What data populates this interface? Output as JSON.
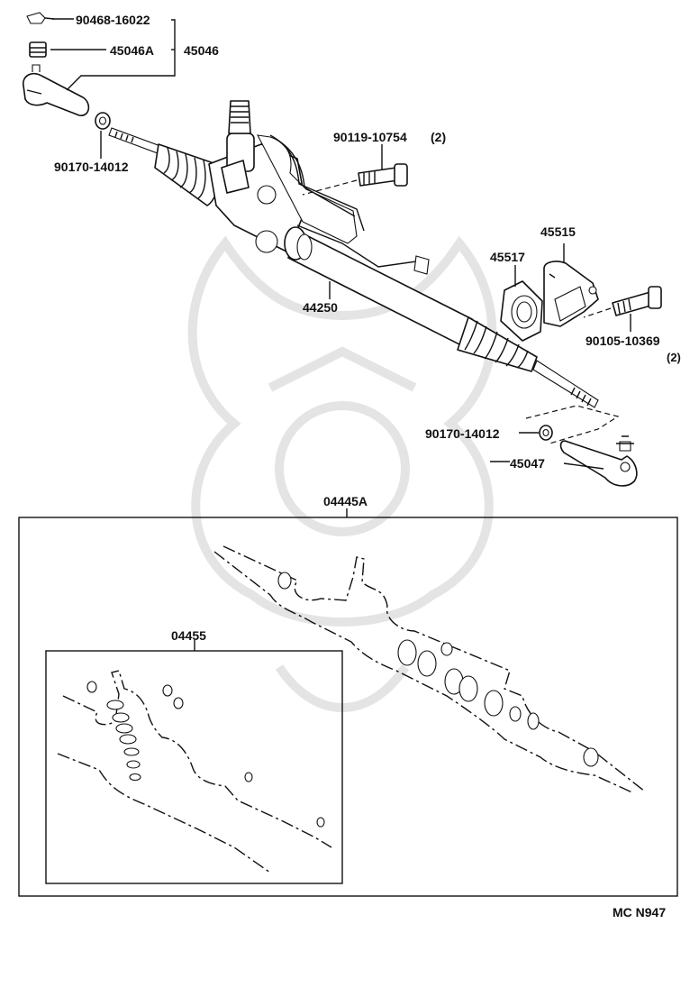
{
  "parts": {
    "p90468": "90468-16022",
    "p45046a": "45046A",
    "p45046": "45046",
    "p90170_top": "90170-14012",
    "p90119": "90119-10754",
    "p90119_qty": "(2)",
    "p44250": "44250",
    "p45515": "45515",
    "p45517": "45517",
    "p90105": "90105-10369",
    "p90105_qty": "(2)",
    "p90170_bottom": "90170-14012",
    "p45047": "45047",
    "p04445a": "04445A",
    "p04455": "04455"
  },
  "footer": {
    "code": "MC N947"
  }
}
